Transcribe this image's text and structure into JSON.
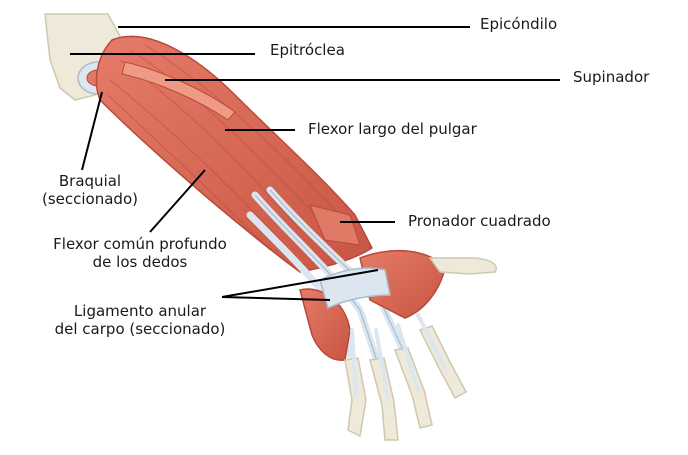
{
  "labels": {
    "epicondilo": "Epicóndilo",
    "epitroclea": "Epitróclea",
    "supinador": "Supinador",
    "flexor_largo": "Flexor largo del pulgar",
    "braquial_l1": "Braquial",
    "braquial_l2": "(seccionado)",
    "pronador": "Pronador cuadrado",
    "flexor_comun_l1": "Flexor común profundo",
    "flexor_comun_l2": "de los dedos",
    "ligamento_l1": "Ligamento anular",
    "ligamento_l2": "del carpo (seccionado)"
  },
  "colors": {
    "muscle": "#d96a58",
    "muscle_dark": "#b8493a",
    "muscle_light": "#ef9a85",
    "bone": "#efe9da",
    "bone_shadow": "#cfc7b2",
    "tendon": "#dce6f0",
    "tendon_shadow": "#a9bccd",
    "leader": "#000000"
  }
}
